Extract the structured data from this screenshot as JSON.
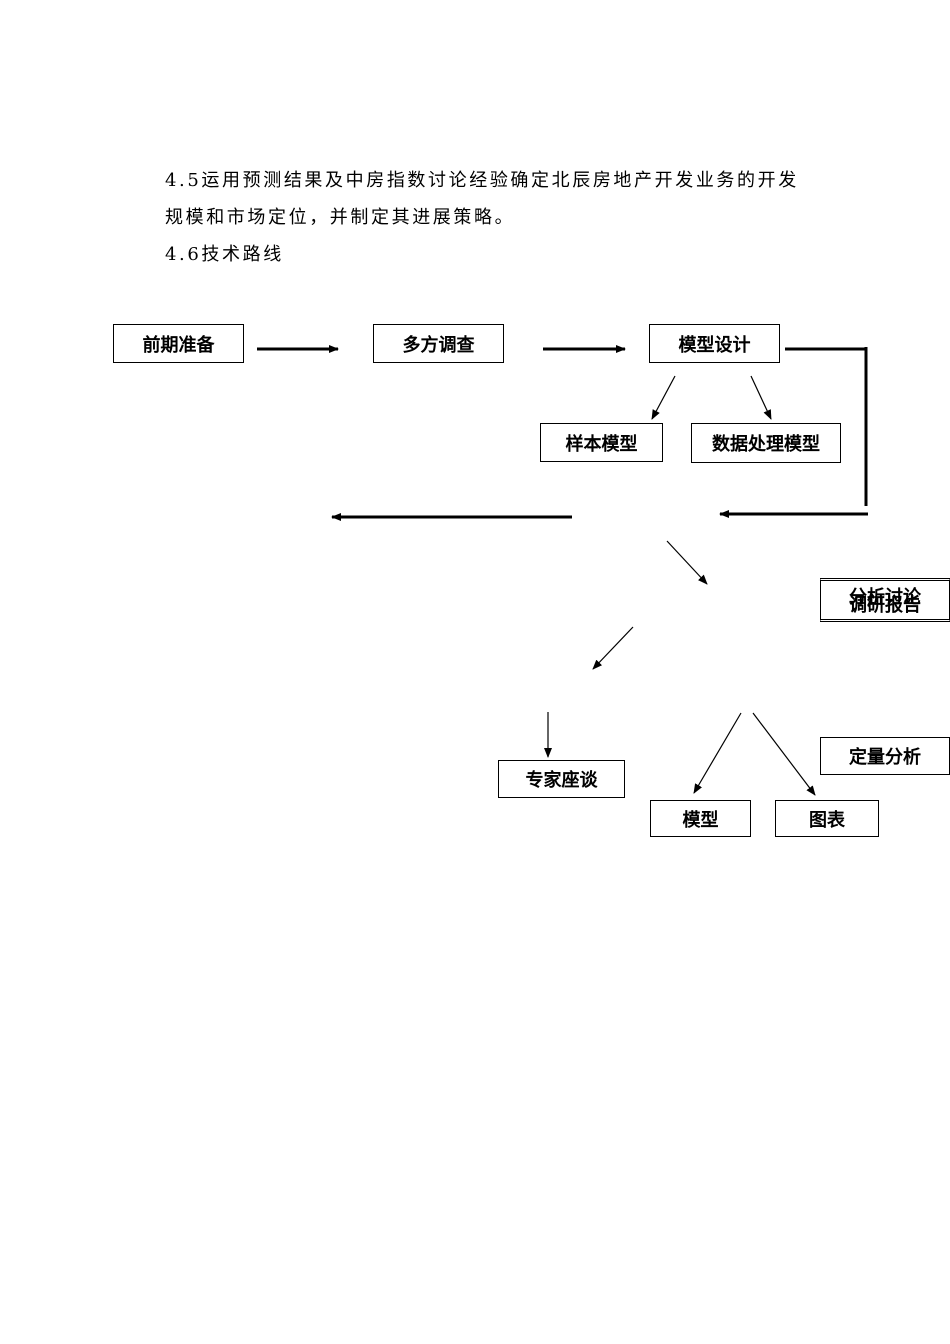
{
  "text": {
    "line1": "4.5运用预测结果及中房指数讨论经验确定北辰房地产开发业务的开发",
    "line2": "规模和市场定位，并制定其进展策略。",
    "line3": "4.6技术路线"
  },
  "diagram": {
    "boxes": {
      "prep": "前期准备",
      "survey": "多方调查",
      "model_design": "模型设计",
      "sample_model": "样本模型",
      "data_model": "数据处理模型",
      "analysis_discussion": "分析讨论",
      "survey_report": "调研报告",
      "quant_analysis": "定量分析",
      "expert_talk": "专家座谈",
      "model": "模型",
      "chart": "图表"
    },
    "colors": {
      "stroke": "#000000",
      "background": "#ffffff"
    }
  }
}
